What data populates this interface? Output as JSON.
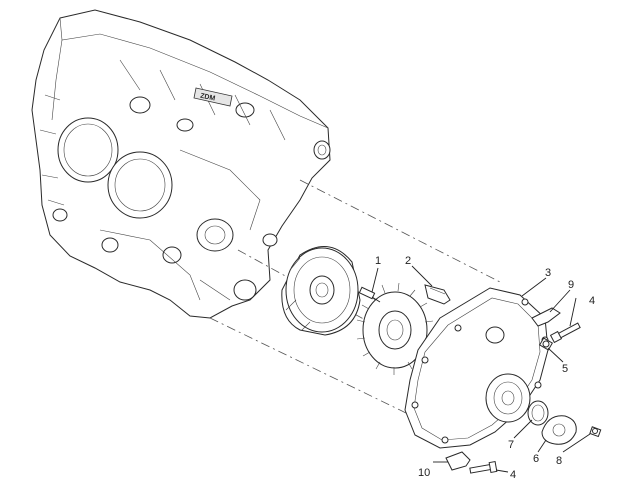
{
  "callouts": [
    {
      "id": "c1",
      "label": "1"
    },
    {
      "id": "c2",
      "label": "2"
    },
    {
      "id": "c3",
      "label": "3"
    },
    {
      "id": "c4a",
      "label": "4"
    },
    {
      "id": "c5",
      "label": "5"
    },
    {
      "id": "c6",
      "label": "6"
    },
    {
      "id": "c7",
      "label": "7"
    },
    {
      "id": "c8",
      "label": "8"
    },
    {
      "id": "c9",
      "label": "9"
    },
    {
      "id": "c10",
      "label": "10"
    },
    {
      "id": "c4b",
      "label": "4"
    }
  ],
  "engine_marking": "ZDM"
}
